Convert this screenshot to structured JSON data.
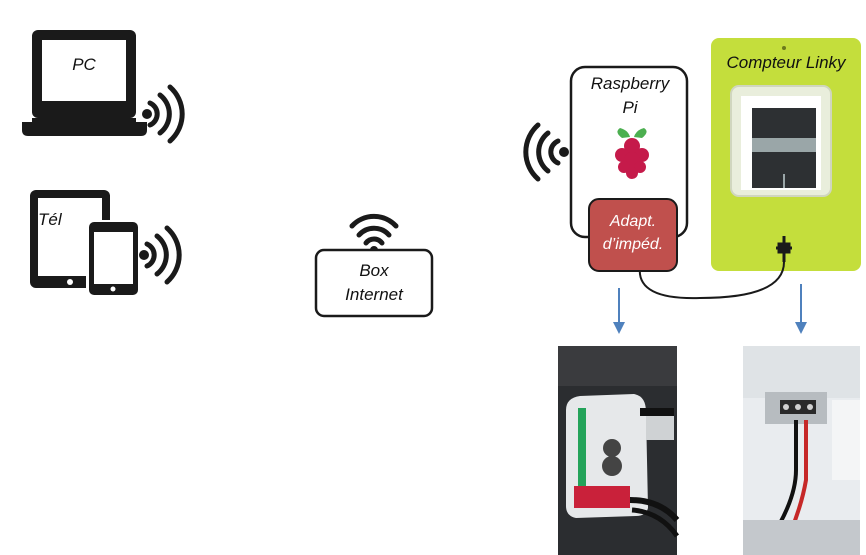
{
  "devices": {
    "pc": {
      "label": "PC"
    },
    "phone": {
      "label": "Tél"
    }
  },
  "box": {
    "line1": "Box",
    "line2": "Internet"
  },
  "raspberry": {
    "line1": "Raspberry",
    "line2": "Pi"
  },
  "adapter": {
    "line1": "Adapt.",
    "line2": "d’impéd."
  },
  "linky": {
    "title": "Compteur Linky"
  },
  "colors": {
    "adapter_fill": "#c0504d",
    "linky_fill": "#c4de3c",
    "arrow": "#4f81bd",
    "dark": "#1a1a1a"
  },
  "icons": [
    "laptop-icon",
    "tablet-icon",
    "smartphone-icon",
    "wifi-icon",
    "raspberry-logo-icon",
    "connector-icon"
  ]
}
